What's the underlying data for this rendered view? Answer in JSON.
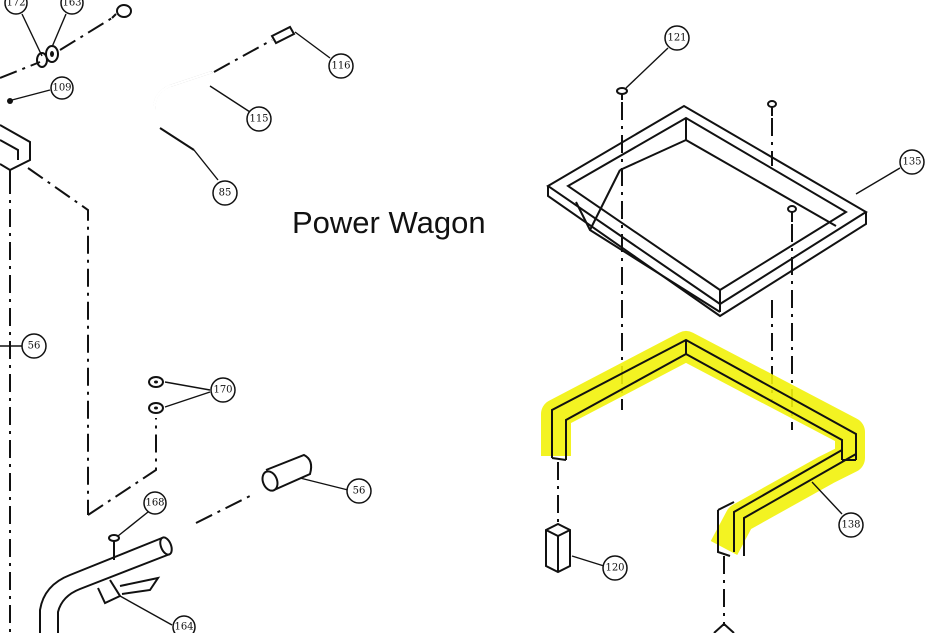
{
  "title": "Power Wagon",
  "highlight_color": "#f2f20a",
  "callouts": {
    "c172": "172",
    "c163": "163",
    "c109": "109",
    "c116": "116",
    "c115": "115",
    "c85": "85",
    "c56a": "56",
    "c170": "170",
    "c56b": "56",
    "c168": "168",
    "c164": "164",
    "c121": "121",
    "c135": "135",
    "c138": "138",
    "c120": "120"
  }
}
